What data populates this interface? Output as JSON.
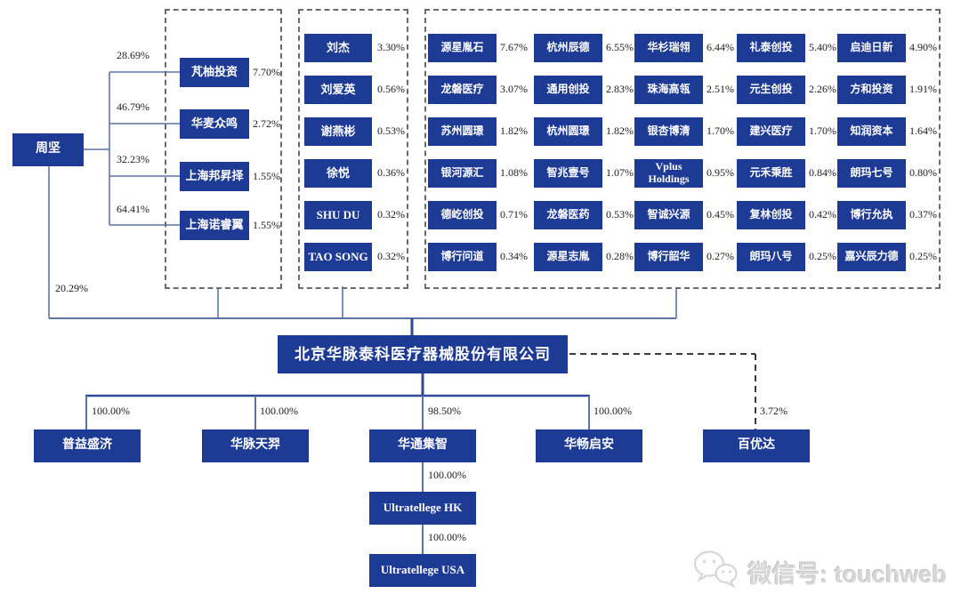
{
  "colors": {
    "box": "#1d3a94",
    "line": "#5d74a3",
    "dark_line": "#2e4a96",
    "dashed_border": "#6b6b6b",
    "dashed_connector": "#3a3a3a",
    "pct_text": "#1c1c1c",
    "watermark": "#d7d7d7"
  },
  "person": {
    "name": "周坚"
  },
  "person_direct_stake": "20.29%",
  "person_holdings": [
    {
      "target": "芃柚投资",
      "stake_in_target": "28.69%",
      "target_stake_in_company": "7.70%"
    },
    {
      "target": "华麦众鸣",
      "stake_in_target": "46.79%",
      "target_stake_in_company": "2.72%"
    },
    {
      "target": "上海邦昇择",
      "stake_in_target": "32.23%",
      "target_stake_in_company": "1.55%"
    },
    {
      "target": "上海诺睿翼",
      "stake_in_target": "64.41%",
      "target_stake_in_company": "1.55%"
    }
  ],
  "individual_shareholders": [
    {
      "name": "刘杰",
      "pct": "3.30%"
    },
    {
      "name": "刘爱英",
      "pct": "0.56%"
    },
    {
      "name": "谢燕彬",
      "pct": "0.53%"
    },
    {
      "name": "徐悦",
      "pct": "0.36%"
    },
    {
      "name": "SHU DU",
      "pct": "0.32%"
    },
    {
      "name": "TAO SONG",
      "pct": "0.32%"
    }
  ],
  "institutional_shareholders": {
    "rows": [
      [
        {
          "name": "源星胤石",
          "pct": "7.67%"
        },
        {
          "name": "杭州辰德",
          "pct": "6.55%"
        },
        {
          "name": "华杉瑞翎",
          "pct": "6.44%"
        },
        {
          "name": "礼泰创投",
          "pct": "5.40%"
        },
        {
          "name": "启迪日新",
          "pct": "4.90%"
        }
      ],
      [
        {
          "name": "龙磐医疗",
          "pct": "3.07%"
        },
        {
          "name": "通用创投",
          "pct": "2.83%"
        },
        {
          "name": "珠海高瓴",
          "pct": "2.51%"
        },
        {
          "name": "元生创投",
          "pct": "2.26%"
        },
        {
          "name": "方和投资",
          "pct": "1.91%"
        }
      ],
      [
        {
          "name": "苏州圆璟",
          "pct": "1.82%"
        },
        {
          "name": "杭州圆璟",
          "pct": "1.82%"
        },
        {
          "name": "银杏博清",
          "pct": "1.70%"
        },
        {
          "name": "建兴医疗",
          "pct": "1.70%"
        },
        {
          "name": "知润资本",
          "pct": "1.64%"
        }
      ],
      [
        {
          "name": "银河源汇",
          "pct": "1.08%"
        },
        {
          "name": "智兆壹号",
          "pct": "1.07%"
        },
        {
          "name": "Vplus Holdings",
          "pct": "0.95%"
        },
        {
          "name": "元禾秉胜",
          "pct": "0.84%"
        },
        {
          "name": "朗玛七号",
          "pct": "0.80%"
        }
      ],
      [
        {
          "name": "德屹创投",
          "pct": "0.71%"
        },
        {
          "name": "龙磐医药",
          "pct": "0.53%"
        },
        {
          "name": "智诚兴源",
          "pct": "0.45%"
        },
        {
          "name": "复林创投",
          "pct": "0.42%"
        },
        {
          "name": "博行允执",
          "pct": "0.37%"
        }
      ],
      [
        {
          "name": "博行问道",
          "pct": "0.34%"
        },
        {
          "name": "源星志胤",
          "pct": "0.28%"
        },
        {
          "name": "博行韶华",
          "pct": "0.27%"
        },
        {
          "name": "朗玛八号",
          "pct": "0.25%"
        },
        {
          "name": "嘉兴辰力德",
          "pct": "0.25%"
        }
      ]
    ]
  },
  "company": {
    "name": "北京华脉泰科医疗器械股份有限公司"
  },
  "subsidiaries": [
    {
      "name": "普益盛济",
      "pct": "100.00%",
      "dashed": false
    },
    {
      "name": "华脉天羿",
      "pct": "100.00%",
      "dashed": false
    },
    {
      "name": "华通集智",
      "pct": "98.50%",
      "dashed": false
    },
    {
      "name": "华畅启安",
      "pct": "100.00%",
      "dashed": false
    },
    {
      "name": "百优达",
      "pct": "3.72%",
      "dashed": true
    }
  ],
  "subsidiary_chain": [
    {
      "name": "Ultratellege HK",
      "pct": "100.00%"
    },
    {
      "name": "Ultratellege USA",
      "pct": "100.00%"
    }
  ],
  "watermark": {
    "icon": "wechat-icon",
    "text": "微信号: touchweb"
  }
}
